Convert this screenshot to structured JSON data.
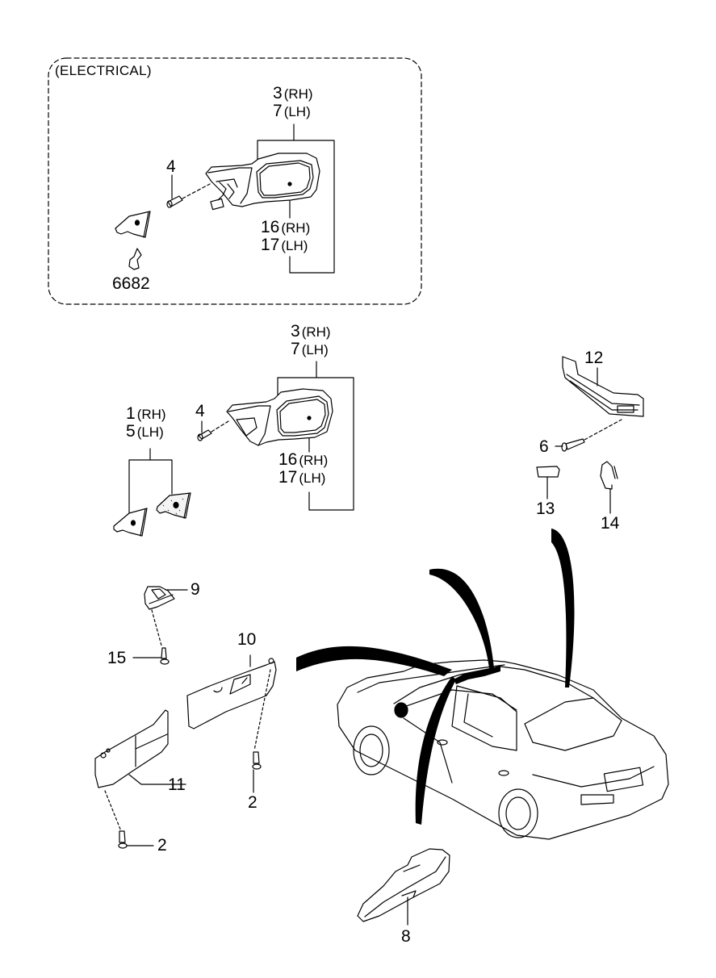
{
  "diagram": {
    "type": "exploded-parts-diagram",
    "subject": "Exterior & interior mirrors, sun visors, assist handle",
    "line_color": "#000000",
    "background": "#ffffff"
  },
  "electrical_section": {
    "title": "(ELECTRICAL)",
    "callouts": {
      "mirror_rh": {
        "num": "3",
        "side": "(RH)"
      },
      "mirror_lh": {
        "num": "7",
        "side": "(LH)"
      },
      "screw": {
        "num": "4"
      },
      "glass_rh": {
        "num": "16",
        "side": "(RH)"
      },
      "glass_lh": {
        "num": "17",
        "side": "(LH)"
      },
      "cover_ref": {
        "num": "6682"
      }
    }
  },
  "manual_section": {
    "callouts": {
      "mirror_rh": {
        "num": "3",
        "side": "(RH)"
      },
      "mirror_lh": {
        "num": "7",
        "side": "(LH)"
      },
      "screw": {
        "num": "4"
      },
      "cover_rh": {
        "num": "1",
        "side": "(RH)"
      },
      "cover_lh": {
        "num": "5",
        "side": "(LH)"
      },
      "glass_rh": {
        "num": "16",
        "side": "(RH)"
      },
      "glass_lh": {
        "num": "17",
        "side": "(LH)"
      }
    }
  },
  "handle_section": {
    "callouts": {
      "assist_handle": {
        "num": "12"
      },
      "screw": {
        "num": "6"
      },
      "cap": {
        "num": "13"
      },
      "hook": {
        "num": "14"
      }
    }
  },
  "visor_section": {
    "callouts": {
      "visor_holder": {
        "num": "9"
      },
      "holder_screw": {
        "num": "15"
      },
      "visor_rh": {
        "num": "10"
      },
      "visor_lh": {
        "num": "11"
      },
      "visor_screw_rh": {
        "num": "2"
      },
      "visor_screw_lh": {
        "num": "2"
      }
    }
  },
  "rear_view_mirror": {
    "callouts": {
      "inside_mirror": {
        "num": "8"
      }
    }
  }
}
